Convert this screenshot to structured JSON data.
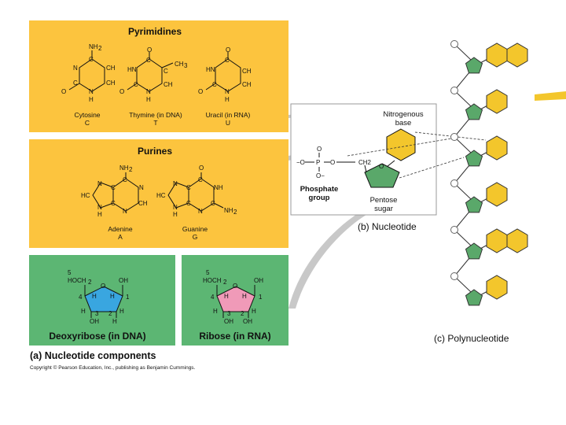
{
  "pyrimidines": {
    "heading": "Pyrimidines",
    "cytosine_name": "Cytosine",
    "cytosine_abbr": "C",
    "thymine_name": "Thymine (in DNA)",
    "thymine_abbr": "T",
    "uracil_name": "Uracil (in RNA)",
    "uracil_abbr": "U"
  },
  "purines": {
    "heading": "Purines",
    "adenine_name": "Adenine",
    "adenine_abbr": "A",
    "guanine_name": "Guanine",
    "guanine_abbr": "G"
  },
  "sugars": {
    "deoxyribose_label": "Deoxyribose (in DNA)",
    "ribose_label": "Ribose (in RNA)"
  },
  "captions": {
    "part_a": "(a) Nucleotide components",
    "part_b": "(b) Nucleotide",
    "part_c": "(c) Polynucleotide",
    "copyright": "Copyright © Pearson Education, Inc., publishing as Benjamin Cummings."
  },
  "nucleotide": {
    "base_label_line1": "Nitrogenous",
    "base_label_line2": "base",
    "phosphate_label_line1": "Phosphate",
    "phosphate_label_line2": "group",
    "sugar_label_line1": "Pentose",
    "sugar_label_line2": "sugar",
    "ch2_label": "CH2"
  },
  "colors": {
    "panel_yellow": "#fcc43e",
    "panel_green": "#5cb673",
    "base_yellow": "#f3c62c",
    "sugar_green": "#5aa86a",
    "deoxyribose_blue": "#39a6e0",
    "ribose_pink": "#f09ab8"
  }
}
